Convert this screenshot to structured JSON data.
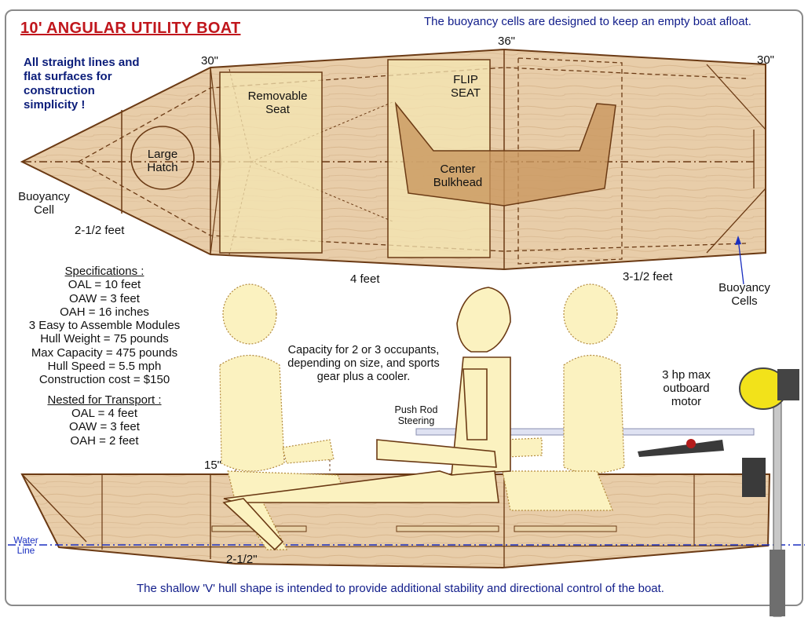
{
  "title": "10' ANGULAR UTILITY BOAT",
  "intro": [
    "All straight lines and",
    "flat surfaces for",
    "construction",
    "simplicity !"
  ],
  "notes": {
    "buoyancy_top": "The buoyancy cells are designed to keep an empty boat afloat.",
    "hull_bottom": "The shallow 'V' hull shape is intended to provide additional stability and directional control of the boat.",
    "capacity": [
      "Capacity for 2 or 3 occupants,",
      "depending on size, and sports",
      "gear plus a cooler."
    ]
  },
  "plan_labels": {
    "angle_left": "30\"",
    "angle_mid": "36\"",
    "angle_right": "30\"",
    "removable_seat": [
      "Removable",
      "Seat"
    ],
    "flip_seat": [
      "FLIP",
      "SEAT"
    ],
    "large_hatch": [
      "Large",
      "Hatch"
    ],
    "center_bulkhead": [
      "Center",
      "Bulkhead"
    ],
    "buoyancy_cell": [
      "Buoyancy",
      "Cell"
    ],
    "buoyancy_cells": [
      "Buoyancy",
      "Cells"
    ],
    "len_bow": "2-1/2 feet",
    "len_mid": "4 feet",
    "len_stern": "3-1/2 feet"
  },
  "side_labels": {
    "push_rod": [
      "Push Rod",
      "Steering"
    ],
    "motor": [
      "3 hp max",
      "outboard",
      "motor"
    ],
    "height_15": "15\"",
    "depth": "2-1/2\"",
    "water_line": [
      "Water",
      "Line"
    ]
  },
  "specifications": {
    "heading": "Specifications :",
    "lines": [
      "OAL = 10 feet",
      "OAW = 3 feet",
      "OAH = 16 inches",
      "3 Easy to Assemble Modules",
      "Hull Weight = 75 pounds",
      "Max Capacity = 475 pounds",
      "Hull Speed = 5.5 mph",
      "Construction cost = $150"
    ],
    "nested_heading": "Nested for Transport :",
    "nested_lines": [
      "OAL = 4 feet",
      "OAW = 3 feet",
      "OAH = 2 feet"
    ]
  },
  "colors": {
    "title": "#c0161c",
    "note_text": "#101c8a",
    "wood": "#e6c9a4",
    "outline": "#6b3a14",
    "seat": "#f4e6b3",
    "person": "#fbf2c0",
    "water_line": "#1a2fc0",
    "motor_yellow": "#f2e21a"
  }
}
